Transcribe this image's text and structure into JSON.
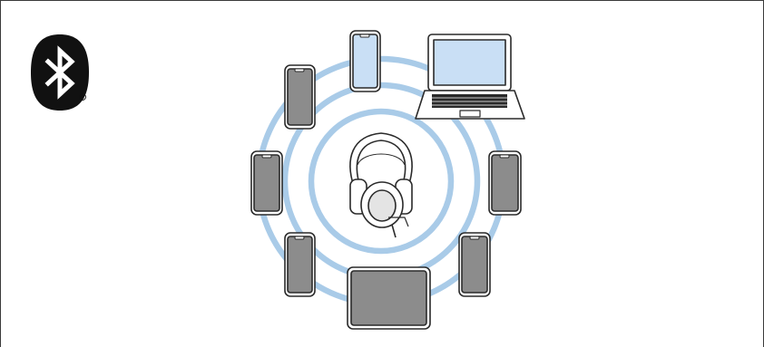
{
  "logo": {
    "name": "bluetooth-logo",
    "registered_mark": "®"
  },
  "diagram": {
    "center_device": "headphones-icon",
    "ring_color": "#a9cbe8",
    "active_device_color": "#c9dff5",
    "inactive_device_color": "#8c8c8c",
    "devices": [
      {
        "name": "phone-top",
        "state": "active"
      },
      {
        "name": "laptop",
        "state": "active"
      },
      {
        "name": "phone-upper-left",
        "state": "inactive"
      },
      {
        "name": "phone-left",
        "state": "inactive"
      },
      {
        "name": "phone-lower-left",
        "state": "inactive"
      },
      {
        "name": "tablet-bottom",
        "state": "inactive"
      },
      {
        "name": "phone-lower-right",
        "state": "inactive"
      },
      {
        "name": "phone-right",
        "state": "inactive"
      }
    ]
  }
}
